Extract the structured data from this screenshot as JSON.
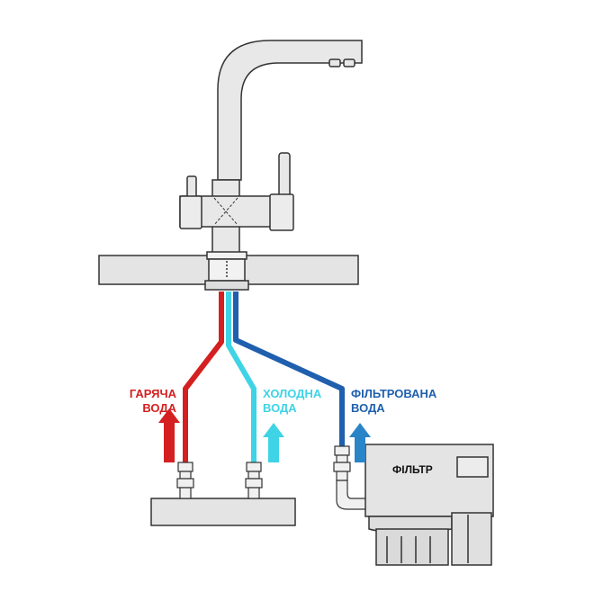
{
  "labels": {
    "hot_line1": "ГАРЯЧА",
    "hot_line2": "ВОДА",
    "cold_line1": "ХОЛОДНА",
    "cold_line2": "ВОДА",
    "filtered_line1": "ФІЛЬТРОВАНА",
    "filtered_line2": "ВОДА",
    "filter_box": "ФІЛЬТР"
  },
  "colors": {
    "hot": "#d42020",
    "cold": "#3fd3e6",
    "filtered": "#1f5fae",
    "filtered_arrow": "#2a84c8",
    "outline": "#333333",
    "fill_light": "#e4e4e4",
    "fill_mid": "#d6d6d6"
  }
}
